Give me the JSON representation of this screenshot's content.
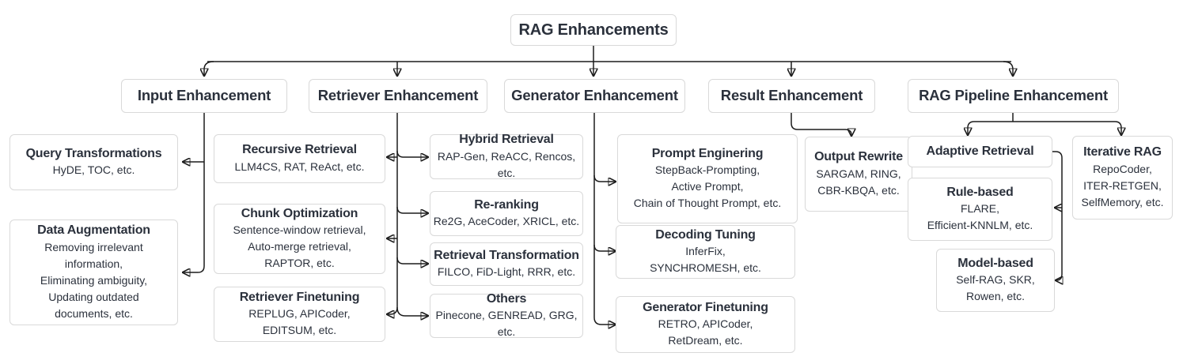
{
  "diagram_title": "RAG Enhancements",
  "colors": {
    "text": "#2b313c",
    "box_border": "#d9d9d9",
    "line": "#1c1c1c",
    "background": "#ffffff"
  },
  "headers": {
    "input": "Input Enhancement",
    "retriever": "Retriever Enhancement",
    "generator": "Generator Enhancement",
    "result": "Result Enhancement",
    "pipeline": "RAG Pipeline Enhancement"
  },
  "nodes": {
    "query_transformations": {
      "title": "Query Transformations",
      "body": "HyDE, TOC, etc."
    },
    "data_augmentation": {
      "title": "Data Augmentation",
      "body": "Removing irrelevant\ninformation,\nEliminating ambiguity,\nUpdating outdated\ndocuments, etc."
    },
    "recursive_retrieval": {
      "title": "Recursive Retrieval",
      "body": "LLM4CS, RAT, ReAct, etc."
    },
    "chunk_optimization": {
      "title": "Chunk Optimization",
      "body": "Sentence-window retrieval,\nAuto-merge retrieval,\nRAPTOR, etc."
    },
    "retriever_finetuning": {
      "title": "Retriever Finetuning",
      "body": "REPLUG, APICoder,\nEDITSUM, etc."
    },
    "hybrid_retrieval": {
      "title": "Hybrid Retrieval",
      "body": "RAP-Gen, ReACC, Rencos, etc."
    },
    "re_ranking": {
      "title": "Re-ranking",
      "body": "Re2G, AceCoder, XRICL, etc."
    },
    "retrieval_transformation": {
      "title": "Retrieval Transformation",
      "body": "FILCO, FiD-Light, RRR, etc."
    },
    "others": {
      "title": "Others",
      "body": "Pinecone, GENREAD, GRG, etc."
    },
    "prompt_engineering": {
      "title": "Prompt Enginering",
      "body": "StepBack-Prompting,\nActive Prompt,\nChain of Thought Prompt, etc."
    },
    "decoding_tuning": {
      "title": "Decoding Tuning",
      "body": "InferFix,\nSYNCHROMESH, etc."
    },
    "generator_finetuning": {
      "title": "Generator Finetuning",
      "body": "RETRO, APICoder,\nRetDream, etc."
    },
    "output_rewrite": {
      "title": "Output Rewrite",
      "body": "SARGAM, RING,\nCBR-KBQA, etc."
    },
    "adaptive_retrieval": {
      "title": "Adaptive Retrieval"
    },
    "rule_based": {
      "title": "Rule-based",
      "body": "FLARE,\nEfficient-KNNLM, etc."
    },
    "model_based": {
      "title": "Model-based",
      "body": "Self-RAG, SKR,\nRowen, etc."
    },
    "iterative_rag": {
      "title": "Iterative RAG",
      "body": "RepoCoder,\nITER-RETGEN,\nSelfMemory, etc."
    }
  }
}
